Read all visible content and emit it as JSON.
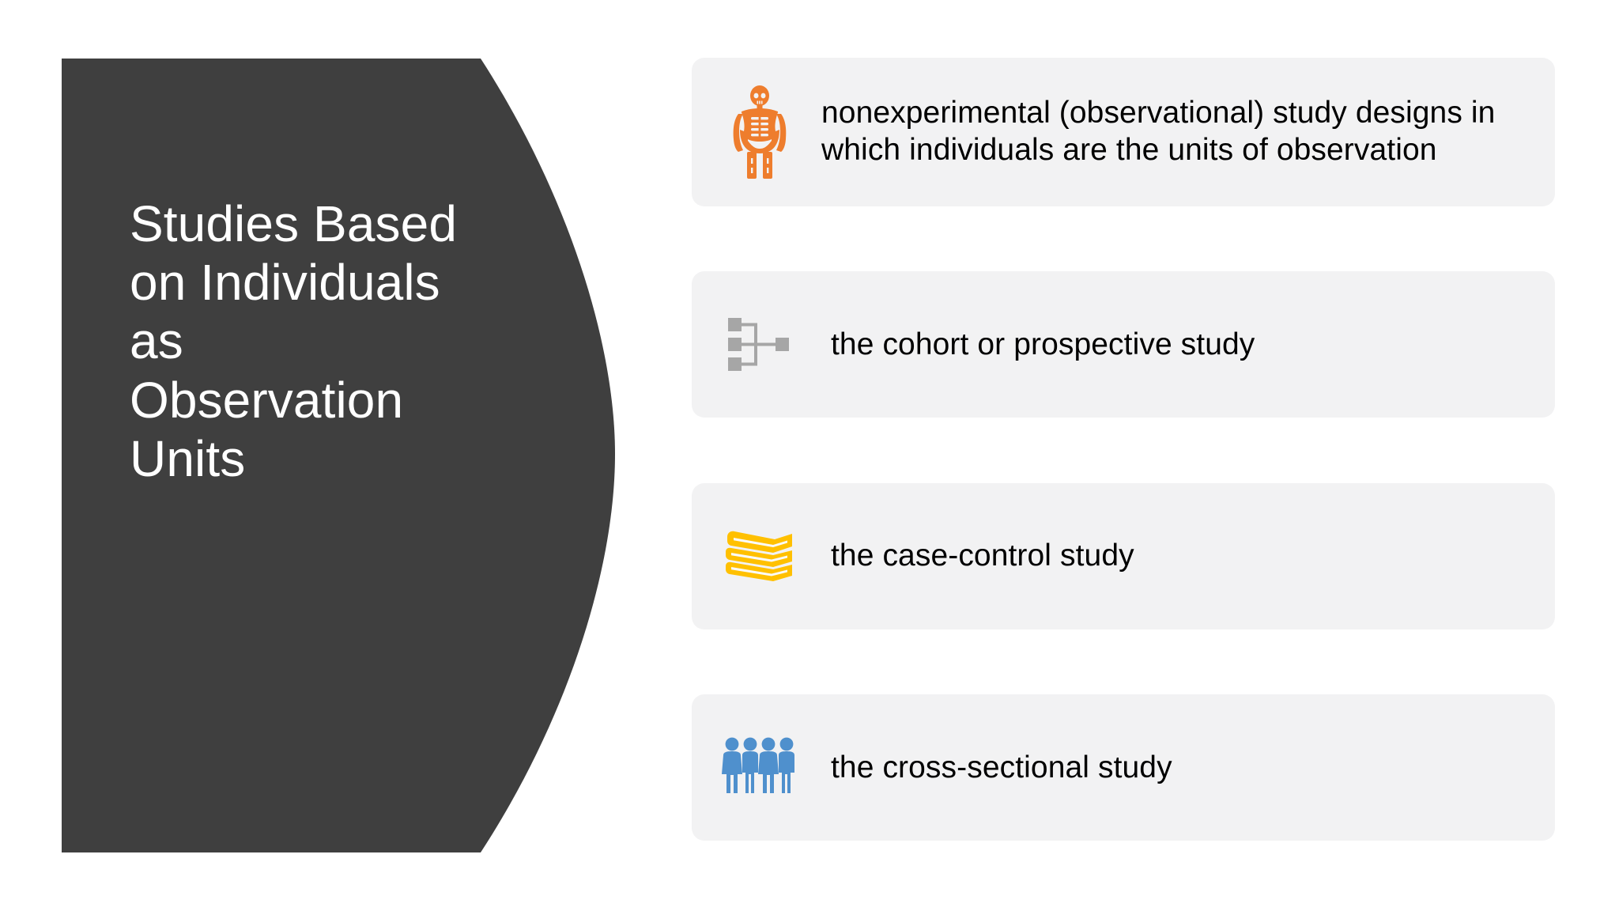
{
  "slide": {
    "background_color": "#ffffff",
    "title": "Studies Based on Individuals as Observation Units",
    "title_lines": "Studies Based\non Individuals\nas\nObservation\nUnits",
    "panel_color": "#3f3f3f",
    "title_text_color": "#ffffff",
    "card_background_color": "#f2f2f3",
    "card_text_color": "#000000"
  },
  "cards": [
    {
      "icon_name": "skeleton-icon",
      "icon_color": "#ee7d2d",
      "text": "nonexperimental (observational) study designs in which individuals are the units of observation"
    },
    {
      "icon_name": "org-chart-icon",
      "icon_color": "#a6a6a6",
      "text": "the cohort or prospective study"
    },
    {
      "icon_name": "book-stack-icon",
      "icon_color": "#ffc000",
      "text": "the case-control study"
    },
    {
      "icon_name": "group-of-people-icon",
      "icon_color": "#4f90cd",
      "text": "the cross-sectional study"
    }
  ]
}
